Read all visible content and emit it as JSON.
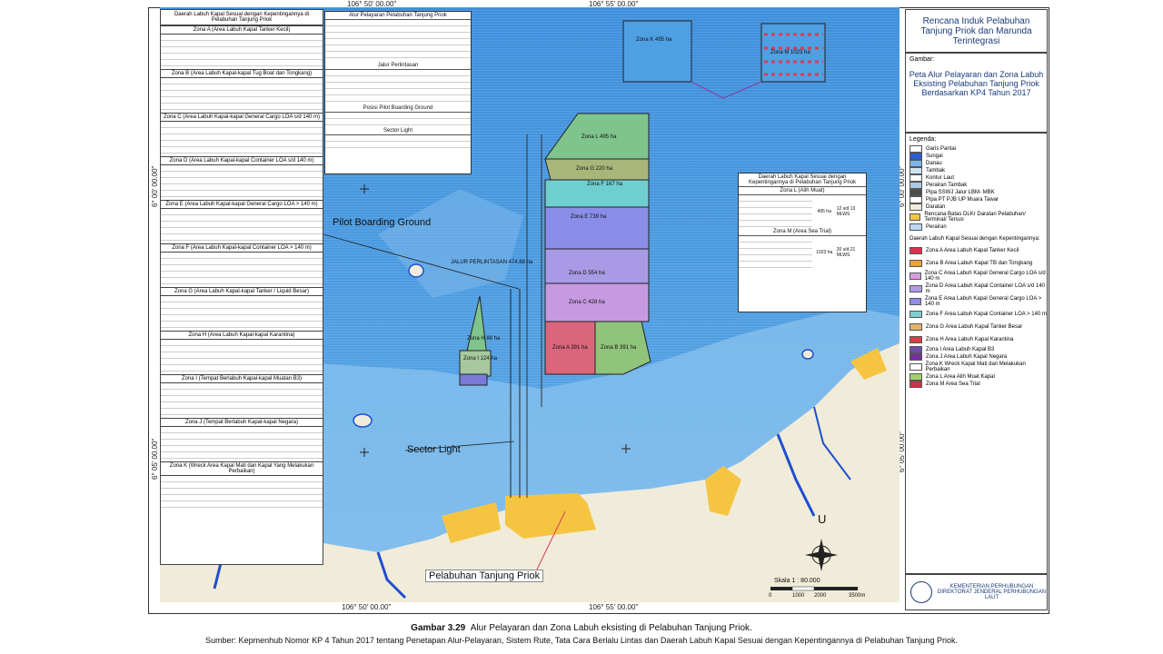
{
  "map": {
    "coords_top": [
      "106° 50' 00.00\"",
      "106° 55' 00.00\""
    ],
    "coords_bottom": [
      "106° 50' 00.00\"",
      "106° 55' 00.00\""
    ],
    "coords_left": [
      "6° 00' 00.00\"",
      "6° 05' 00.00\""
    ],
    "coords_right": [
      "6° 00' 00.00\"",
      "6° 05' 00.00\""
    ],
    "labels": {
      "pilot": "Pilot Boarding Ground",
      "sector": "Sector Light",
      "port": "Pelabuhan Tanjung Priok",
      "jalur": "JALUR PERLINTASAN 474.88 ha",
      "north": "U",
      "scale": "Skala 1 : 80.000",
      "scale_ticks": [
        "0",
        "1000",
        "2000",
        "3500m"
      ]
    },
    "zones": {
      "k": "Zona K 495 ha",
      "m": "Zona M 1023 ha",
      "l": "Zona L 495 ha",
      "g": "Zona G 220 ha",
      "f": "Zona F 167 ha",
      "e": "Zona E 739 ha",
      "d": "Zona D 554 ha",
      "c": "Zona C 428 ha",
      "a": "Zona A 391 ha",
      "b": "Zona B 391 ha",
      "h": "Zona H 88 ha",
      "i": "Zona I 124 ha"
    }
  },
  "left_panel": {
    "title": "Daerah Labuh Kapal Sesuai dengan Kepentingannya di Pelabuhan Tanjung Priok",
    "sections": [
      "Zona A (Area Labuh Kapal Tanker Kecil)",
      "Zona B (Area Labuh Kapal-kapal Tug Boat dan Tongkang)",
      "Zona C (Area Labuh Kapal-kapal General Cargo LOA s/d 140 m)",
      "Zona D (Area Labuh Kapal-kapal Container LOA s/d 140 m)",
      "Zona E (Area Labuh Kapal-kapal General Cargo LOA > 140 m)",
      "Zona F (Area Labuh Kapal-kapal Container LOA > 140 m)",
      "Zona G (Area Labuh Kapal-kapal Tanker / Liquid Besar)",
      "Zona H (Area Labuh Kapal-kapal Karantina)",
      "Zona I (Tempat Berlabuh Kapal-kapal Muatan B3)",
      "Zona J (Tempat Berlabuh Kapal-kapal Negara)",
      "Zona K (Wreck Area Kapal Mati dan Kapal Yang Melakukan Perbaikan)"
    ]
  },
  "top_table": {
    "title": "Alur Pelayaran Pelabuhan Tanjung Priok",
    "sub1": "Jalur Perlintasan",
    "sub2": "Posisi Pilot Boarding Ground",
    "sub3": "Sector Light"
  },
  "right_table": {
    "title": "Daerah Labuh Kapal Sesuai dengan Kepentingannya di Pelabuhan Tanjung Priok",
    "zone_l": "Zona L (Alih Muat)",
    "zone_m": "Zona M (Area Sea Trial)",
    "area_l": "495 ha",
    "depth_l": "12 s/d 13 MLWS",
    "area_m": "1023 ha",
    "depth_m": "20 s/d 21 MLWS"
  },
  "side": {
    "title": "Rencana Induk Pelabuhan Tanjung Priok dan Marunda Terintegrasi",
    "gambar": "Gambar:",
    "subtitle": "Peta Alur Pelayaran dan Zona Labuh Eksisting Pelabuhan Tanjung Priok Berdasarkan KP4 Tahun 2017",
    "legend_title": "Legenda:",
    "legend": [
      {
        "label": "Garis Pantai",
        "color": "#ffffff"
      },
      {
        "label": "Sungai",
        "color": "#2a5bd7"
      },
      {
        "label": "Danau",
        "color": "#7fb6ea"
      },
      {
        "label": "Tambak",
        "color": "#cfe4f5"
      },
      {
        "label": "Kontur Laut",
        "color": "#ffffff"
      },
      {
        "label": "Perairan Tambak",
        "color": "#aac8e4"
      },
      {
        "label": "Pipa SSWJ Jalur LBM- MBK",
        "color": "#4d4d4d"
      },
      {
        "label": "Pipa PT PJB UP Muara Tawar",
        "color": "#ffffff"
      },
      {
        "label": "Daratan",
        "color": "#f1ecd9"
      },
      {
        "label": "Rencana Batas DLKr Daratan Pelabuhan/ Terminal/ Tersus",
        "color": "#f5c542"
      },
      {
        "label": "Perairan",
        "color": "#bcd7f2"
      }
    ],
    "legend2_title": "Daerah Labuh Kapal Sesuai dengan Kepentingannya:",
    "legend2": [
      {
        "label": "Zona A Area Labuh Kapal Tanker Kecil",
        "color": "#d9314e"
      },
      {
        "label": "Zona B Area Labuh Kapal TB dan Tongkang",
        "color": "#e9a13b"
      },
      {
        "label": "Zona C Area Labuh Kapal General Cargo LOA s/d 140 m",
        "color": "#d89ae0"
      },
      {
        "label": "Zona D Area Labuh Kapal Container LOA s/d 140 m",
        "color": "#b39ae6"
      },
      {
        "label": "Zona E Area Labuh Kapal General Cargo LOA > 140 m",
        "color": "#8f8ee8"
      },
      {
        "label": "Zona F Area Labuh Kapal Container LOA > 140 m",
        "color": "#7fd0cc"
      },
      {
        "label": "Zona G Area Labuh Kapal Tanker Besar",
        "color": "#e2b46b"
      },
      {
        "label": "Zona H Area Labuh Kapal Karantina",
        "color": "#d4424a"
      },
      {
        "label": "Zona I Area Labuh Kapal B3",
        "color": "#6e4ea8"
      },
      {
        "label": "Zona J Area Labuh Kapal Negara",
        "color": "#7a2e9e"
      },
      {
        "label": "Zona K Wreck Kapal Mati dan Melakukan Perbaikan",
        "color": "#ffffff"
      },
      {
        "label": "Zona L Area Alih Muat Kapal",
        "color": "#9fd26b"
      },
      {
        "label": "Zona M Area Sea Trial",
        "color": "#c9324a"
      }
    ],
    "ministry": "KEMENTERIAN PERHUBUNGAN DIREKTORAT JENDERAL PERHUBUNGAN LAUT"
  },
  "caption": {
    "label": "Gambar 3.29",
    "text": "Alur Pelayaran dan Zona Labuh eksisting di Pelabuhan Tanjung Priok.",
    "source": "Sumber: Kepmenhub Nomor KP 4 Tahun 2017 tentang Penetapan Alur-Pelayaran, Sistem Rute, Tata Cara Berlalu Lintas dan Daerah Labuh Kapal Sesuai dengan Kepentingannya di Pelabuhan Tanjung Priok."
  }
}
